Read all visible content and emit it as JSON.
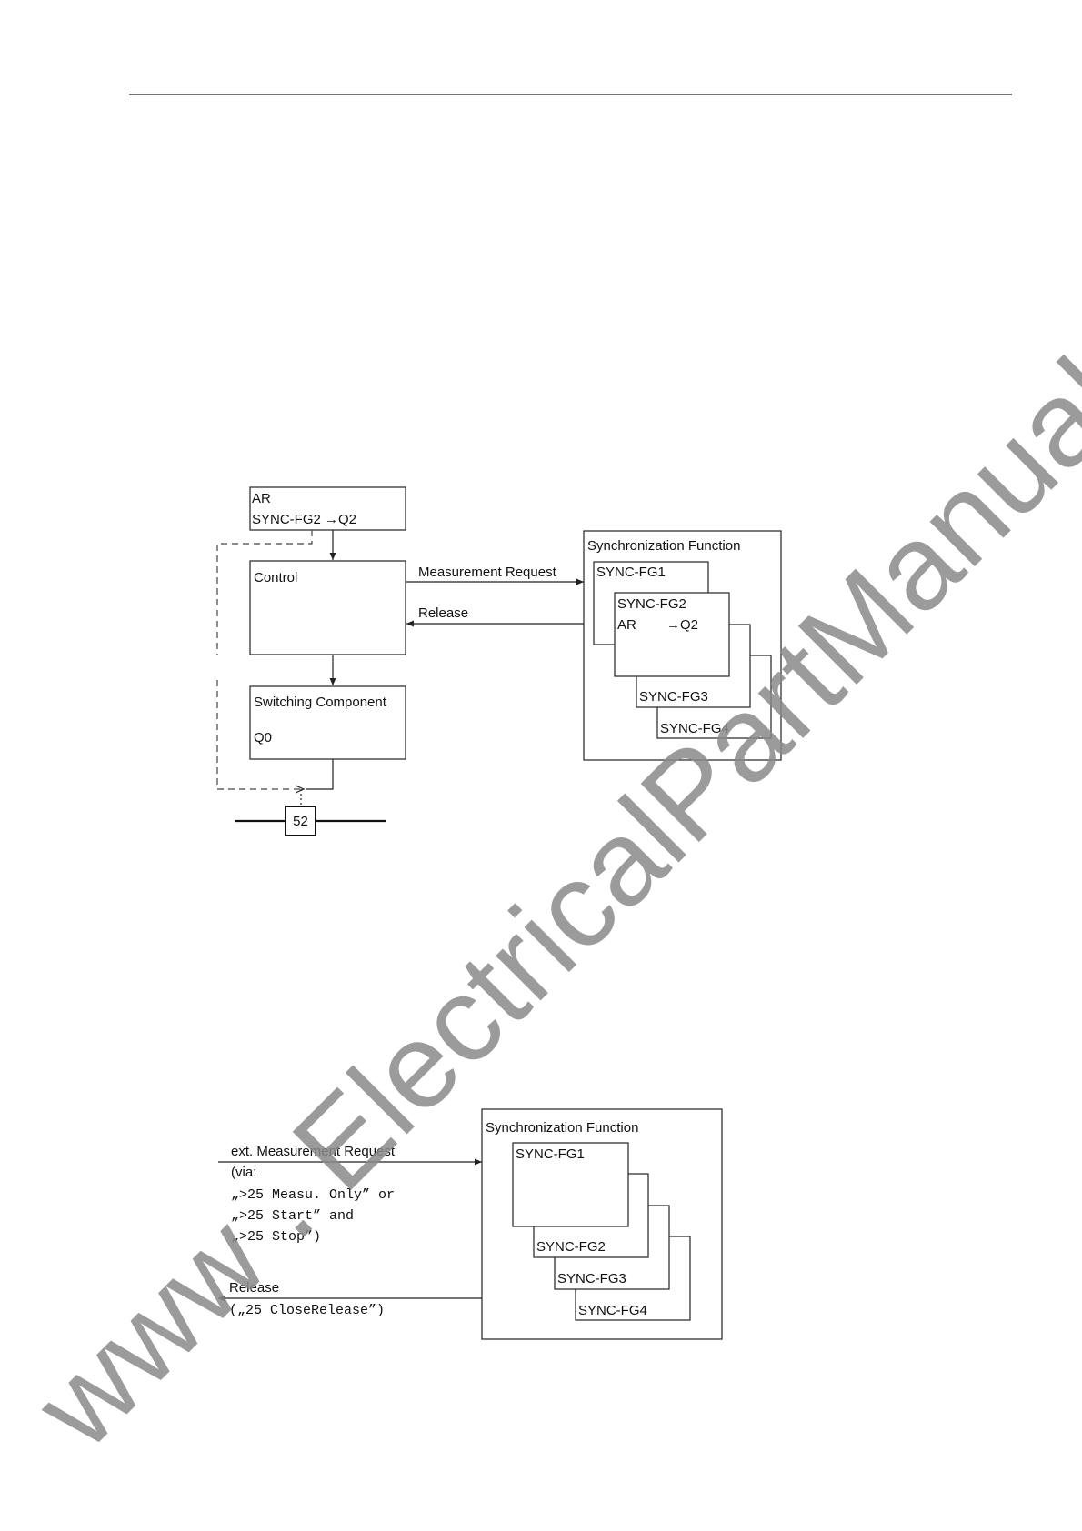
{
  "diagram1": {
    "ar_line1": "AR",
    "ar_line2": "SYNC-FG2 →Q2",
    "control": "Control",
    "switching_line1": "Switching Component",
    "switching_line2": "Q0",
    "breaker": "52",
    "measurement_request": "Measurement Request",
    "release": "Release",
    "sync_title": "Synchronization Function",
    "fg1": "SYNC-FG1",
    "fg2": "SYNC-FG2",
    "fg2_ar": "AR",
    "fg2_target": "→Q2",
    "fg3": "SYNC-FG3",
    "fg4": "SYNC-FG4"
  },
  "diagram2": {
    "ext_request": "ext. Measurement Request",
    "via": "(via:",
    "line_measu": "„>25 Measu. Only” or",
    "line_start": "„>25 Start” and",
    "line_stop": "„>25 Stop”)",
    "release": "Release",
    "close_release": "(„25 CloseRelease”)",
    "sync_title": "Synchronization Function",
    "fg1": "SYNC-FG1",
    "fg2": "SYNC-FG2",
    "fg3": "SYNC-FG3",
    "fg4": "SYNC-FG4"
  },
  "watermark": "www . ElectricalPartManuals . com"
}
